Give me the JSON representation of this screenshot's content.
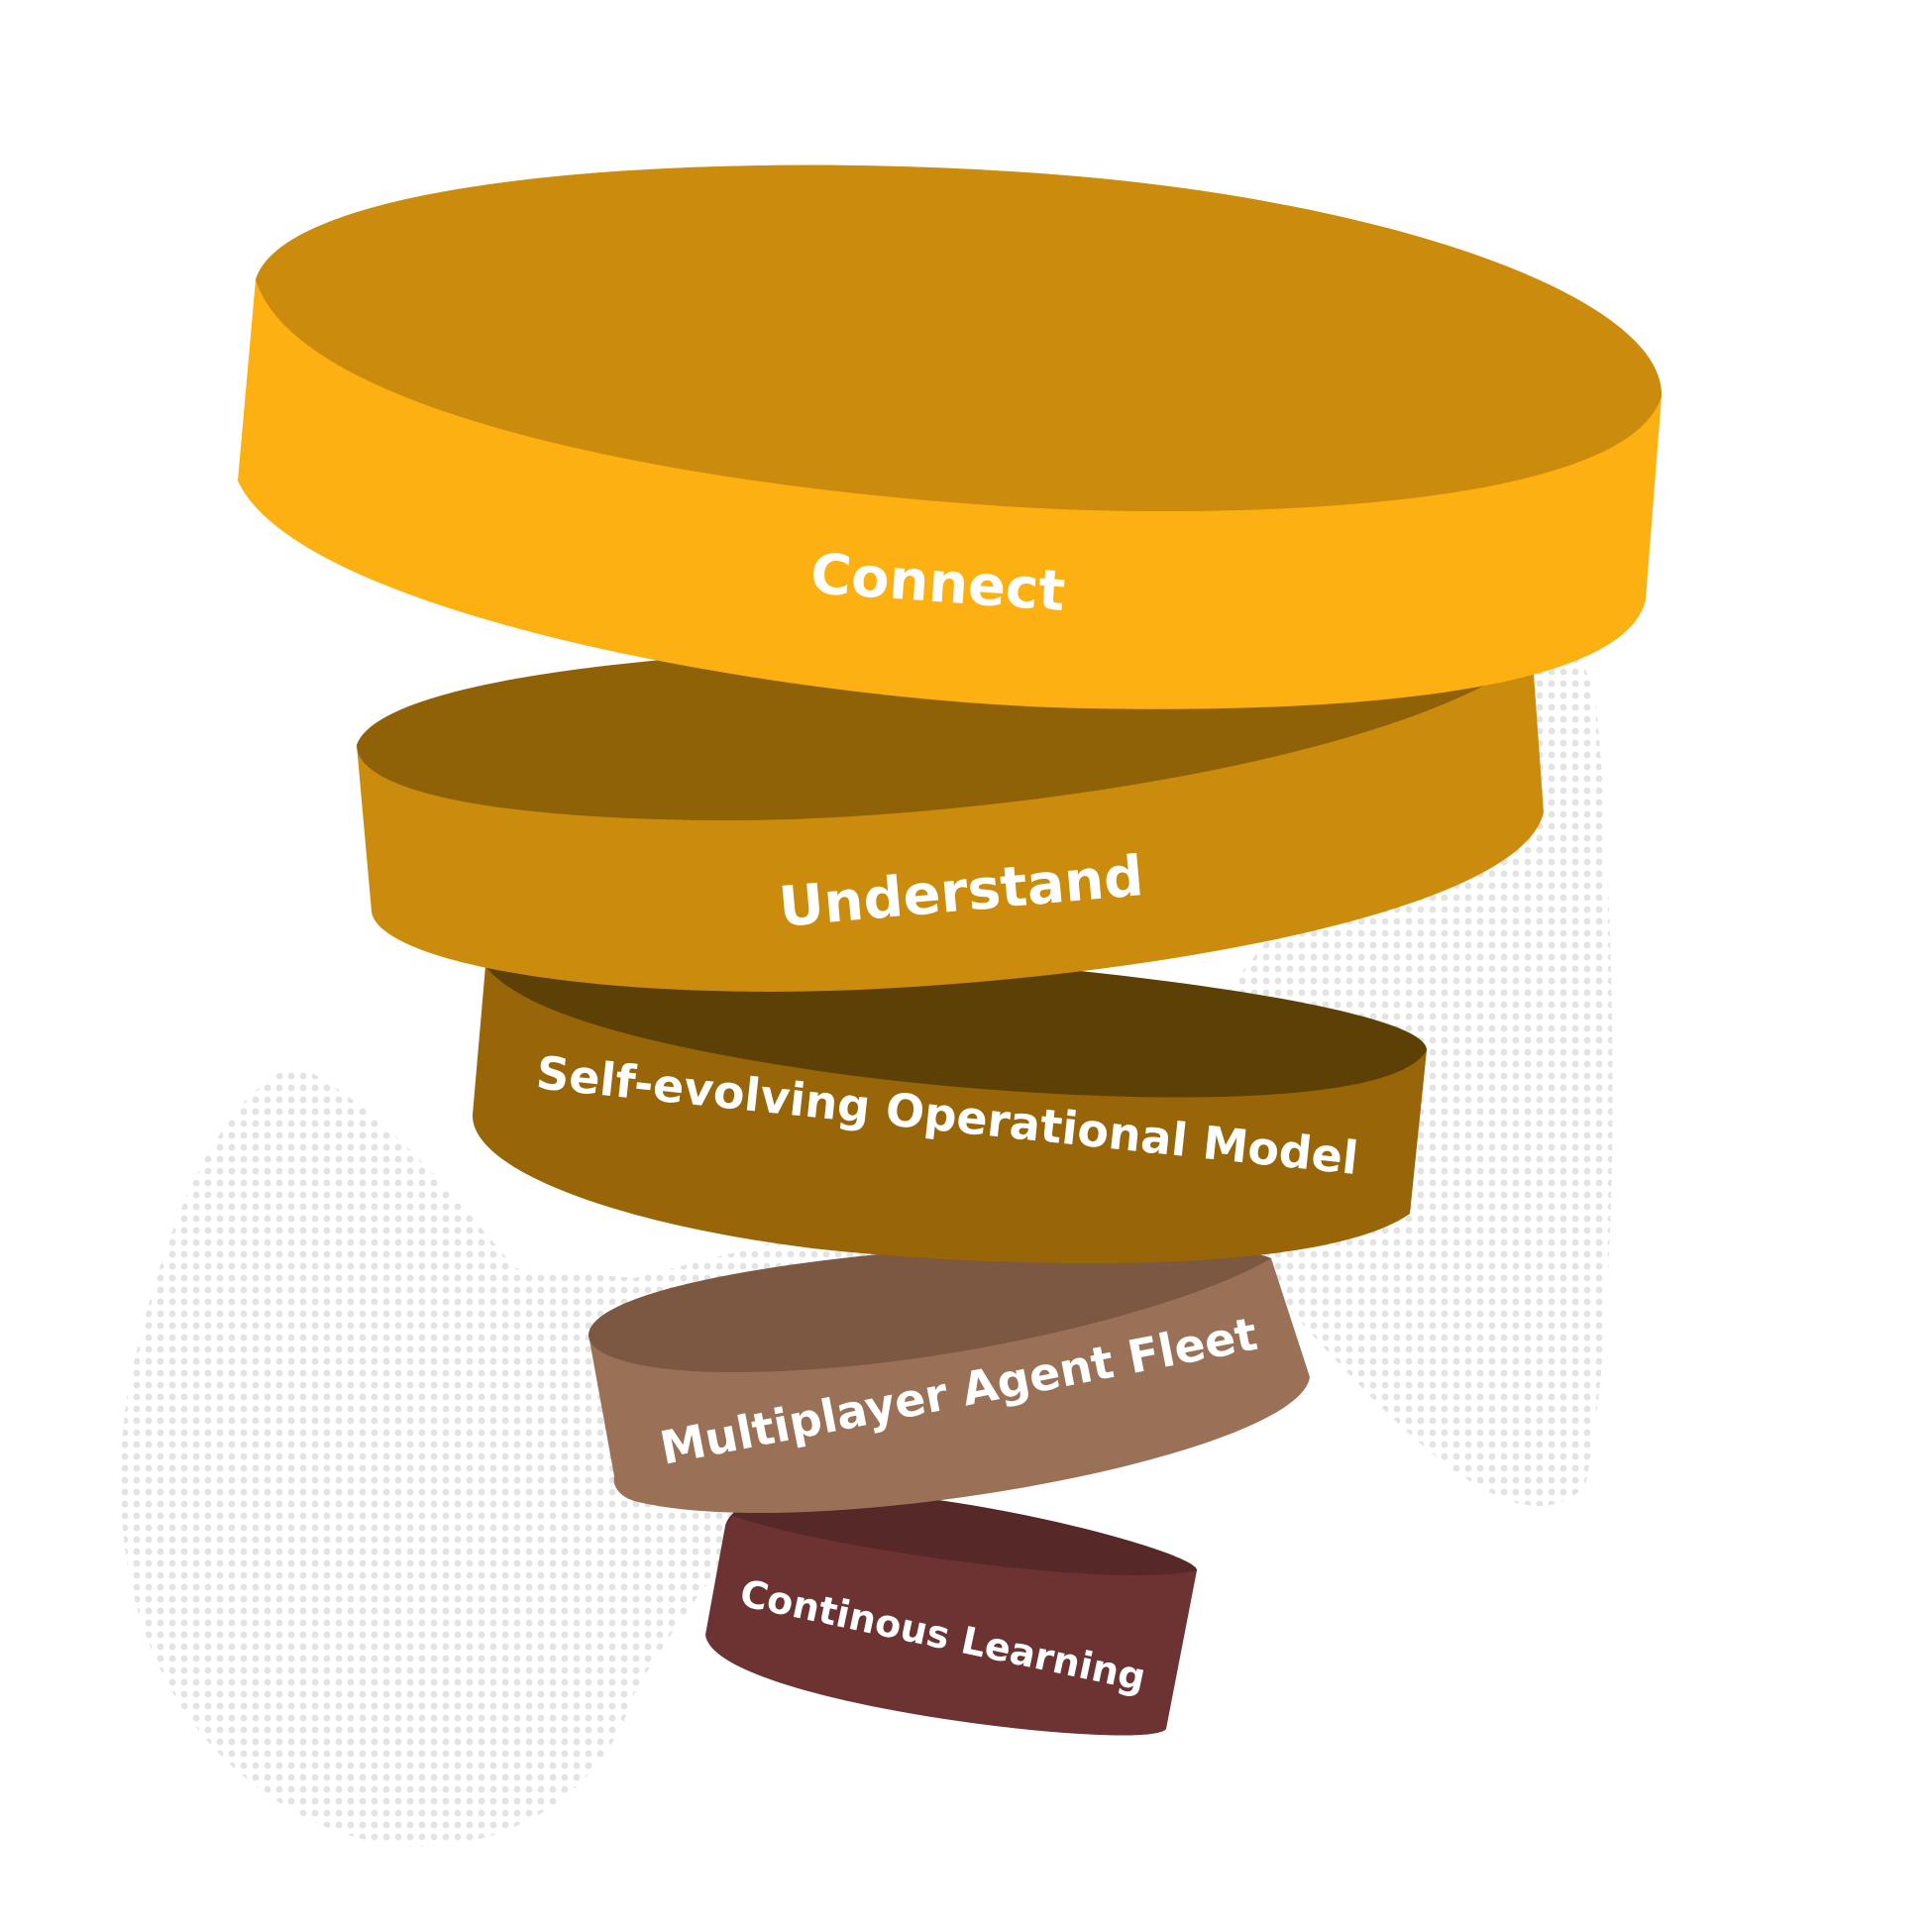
{
  "layers": [
    {
      "label": "Connect",
      "side_color": "#FDB012",
      "top_color": "#CB8C0D"
    },
    {
      "label": "Understand",
      "side_color": "#CB8C0D",
      "top_color": "#8F6208"
    },
    {
      "label": "Self-evolving Operational Model",
      "side_color": "#986508",
      "top_color": "#5D4005"
    },
    {
      "label": "Multiplayer Agent Fleet",
      "side_color": "#9A7057",
      "top_color": "#7C5843"
    },
    {
      "label": "Continous Learning",
      "side_color": "#6C3332",
      "top_color": "#572828"
    }
  ],
  "background_pattern_color": "#E3E3E3"
}
